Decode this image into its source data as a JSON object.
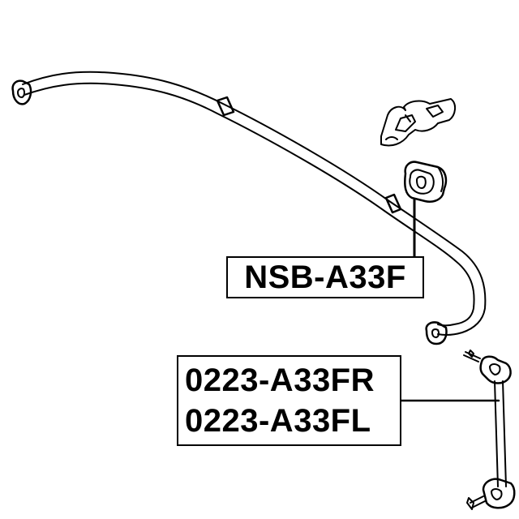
{
  "parts": {
    "bushing_part_number": "NSB-A33F",
    "link_part_numbers": [
      "0223-A33FR",
      "0223-A33FL"
    ]
  },
  "components": [
    {
      "name": "stabilizer-bar",
      "icon": "stabilizer-bar-drawing"
    },
    {
      "name": "bracket",
      "icon": "bracket-drawing"
    },
    {
      "name": "bushing",
      "icon": "bushing-drawing"
    },
    {
      "name": "stabilizer-link",
      "icon": "stabilizer-link-drawing"
    }
  ],
  "colors": {
    "line": "#000000",
    "background": "#ffffff"
  }
}
